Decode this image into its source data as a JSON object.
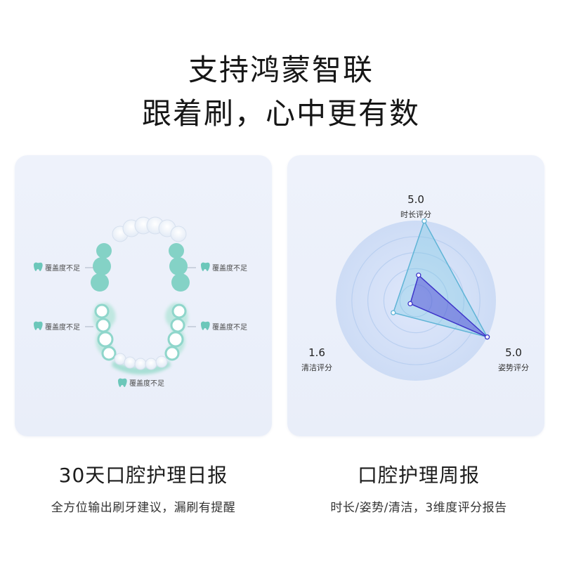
{
  "headline": {
    "line1": "支持鸿蒙智联",
    "line2": "跟着刷，心中更有数"
  },
  "left_card": {
    "coverage_labels": [
      "覆盖度不足",
      "覆盖度不足",
      "覆盖度不足",
      "覆盖度不足",
      "覆盖度不足"
    ],
    "icon": "tooth-icon",
    "title": "30天口腔护理日报",
    "subtitle": "全方位输出刷牙建议，漏刷有提醒"
  },
  "right_card": {
    "title": "口腔护理周报",
    "subtitle": "时长/姿势/清洁，3维度评分报告"
  },
  "colors": {
    "teal": "#7fcfc4",
    "radar_outer": "#5fb4d6",
    "radar_inner": "#3d35c9"
  },
  "chart_data": {
    "type": "radar",
    "max": 5,
    "axes": [
      {
        "name": "时长评分",
        "value": 5.0,
        "value_label": "5.0"
      },
      {
        "name": "姿势评分",
        "value": 5.0,
        "value_label": "5.0"
      },
      {
        "name": "清洁评分",
        "value": 1.6,
        "value_label": "1.6"
      }
    ],
    "series": [
      {
        "values": [
          5.0,
          5.0,
          1.6
        ]
      },
      {
        "values": [
          1.6,
          5.0,
          0.4
        ]
      }
    ]
  }
}
